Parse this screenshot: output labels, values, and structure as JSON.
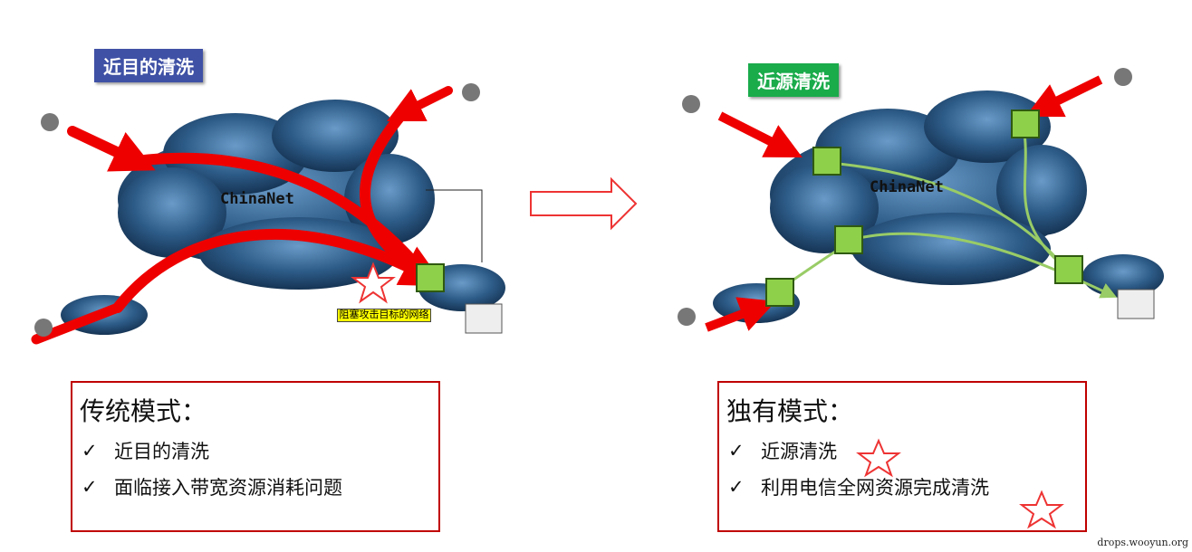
{
  "left_panel": {
    "tag": "近目的清洗",
    "tag_color": "#3f51a5",
    "cloud_label": "ChinaNet",
    "callout": "阻塞攻击目标的网络",
    "box": {
      "title": "传统模式：",
      "items": [
        "近目的清洗",
        "面临接入带宽资源消耗问题"
      ]
    }
  },
  "right_panel": {
    "tag": "近源清洗",
    "tag_color": "#1aab4b",
    "cloud_label": "ChinaNet",
    "box": {
      "title": "独有模式：",
      "items": [
        "近源清洗",
        "利用电信全网资源完成清洗"
      ]
    }
  },
  "check_mark": "✓",
  "transition_icon": "hollow-right-arrow",
  "watermark": "drops.wooyun.org"
}
